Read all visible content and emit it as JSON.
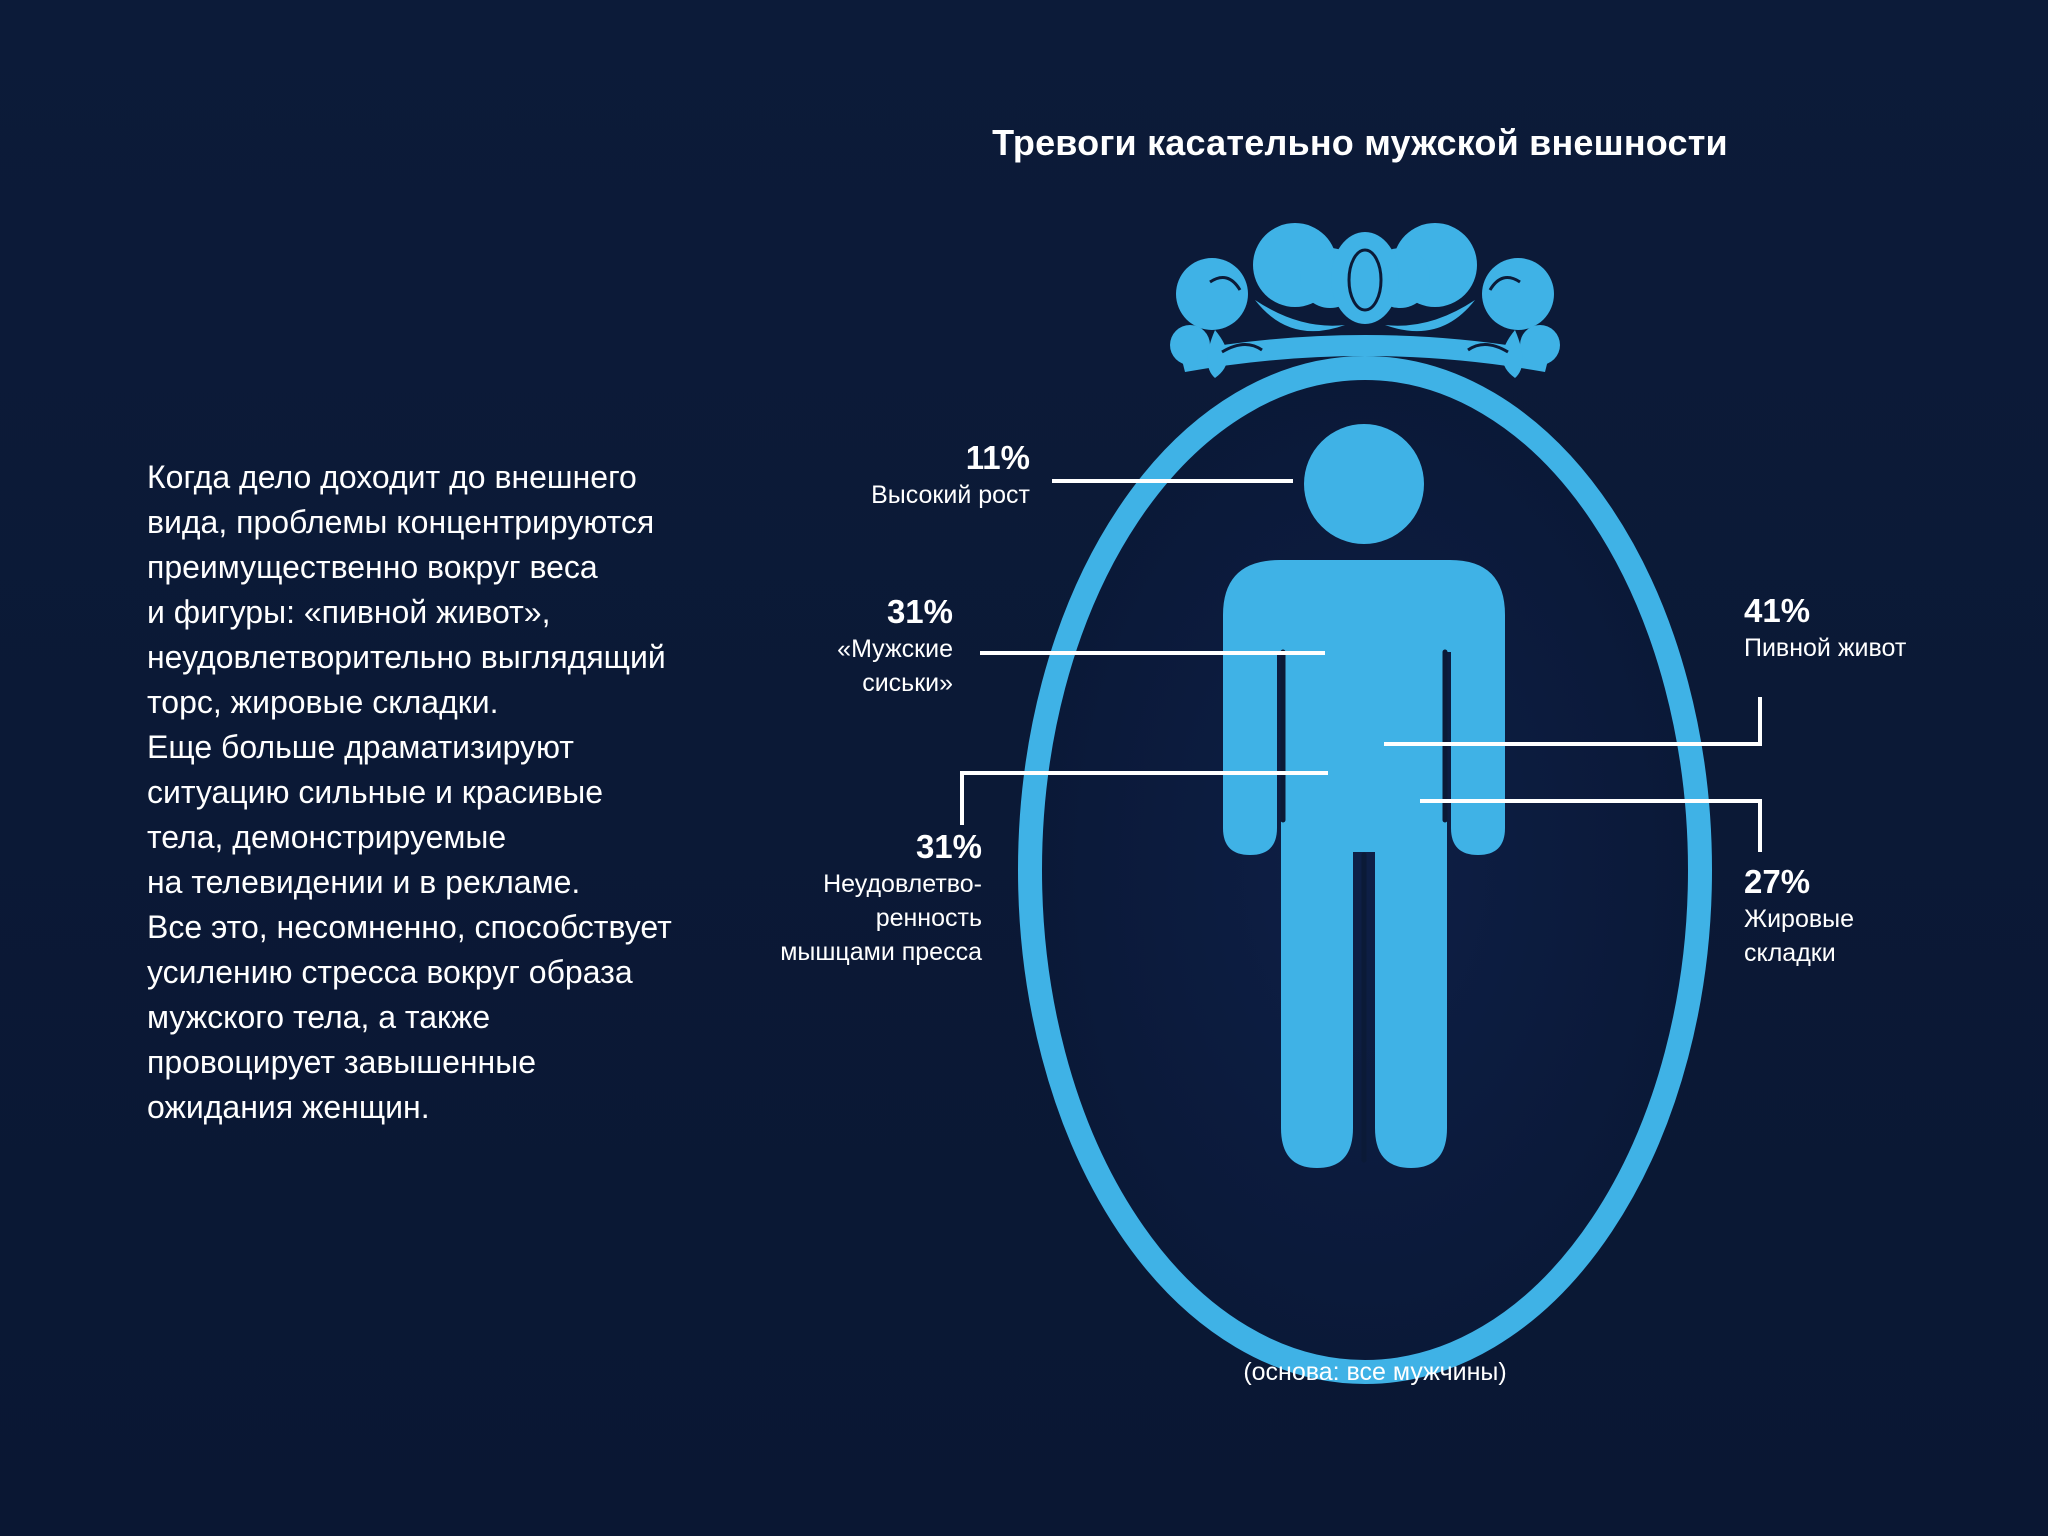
{
  "title": "Тревоги касательно мужской внешности",
  "body_lines": [
    "Когда дело доходит до внешнего",
    "вида, проблемы концентрируются",
    "преимущественно вокруг веса",
    "и фигуры: «пивной живот»,",
    "неудовлетворительно выглядящий",
    "торс, жировые складки.",
    "Еще  больше драматизируют",
    "ситуацию сильные и красивые",
    "тела, демонстрируемые",
    "на телевидении и в рекламе.",
    "Все это, несомненно, способствует",
    "усилению стресса вокруг образа",
    "мужского тела, а также",
    "провоцирует завышенные",
    "ожидания женщин."
  ],
  "callouts": {
    "height": {
      "pct": "11%",
      "lines": [
        "Высокий рост"
      ]
    },
    "chest": {
      "pct": "31%",
      "lines": [
        "«Мужские",
        "сиськи»"
      ]
    },
    "abs": {
      "pct": "31%",
      "lines": [
        "Неудовлетво-",
        "ренность",
        "мышцами пресса"
      ]
    },
    "belly": {
      "pct": "41%",
      "lines": [
        "Пивной живот"
      ]
    },
    "folds": {
      "pct": "27%",
      "lines": [
        "Жировые",
        "складки"
      ]
    }
  },
  "footnote": "(основа: все мужчины)",
  "colors": {
    "background": "#0b1a37",
    "mirror": "#3fb2e6",
    "figure": "#3fb2e6",
    "leader_lines": "#ffffff",
    "text": "#ffffff"
  }
}
